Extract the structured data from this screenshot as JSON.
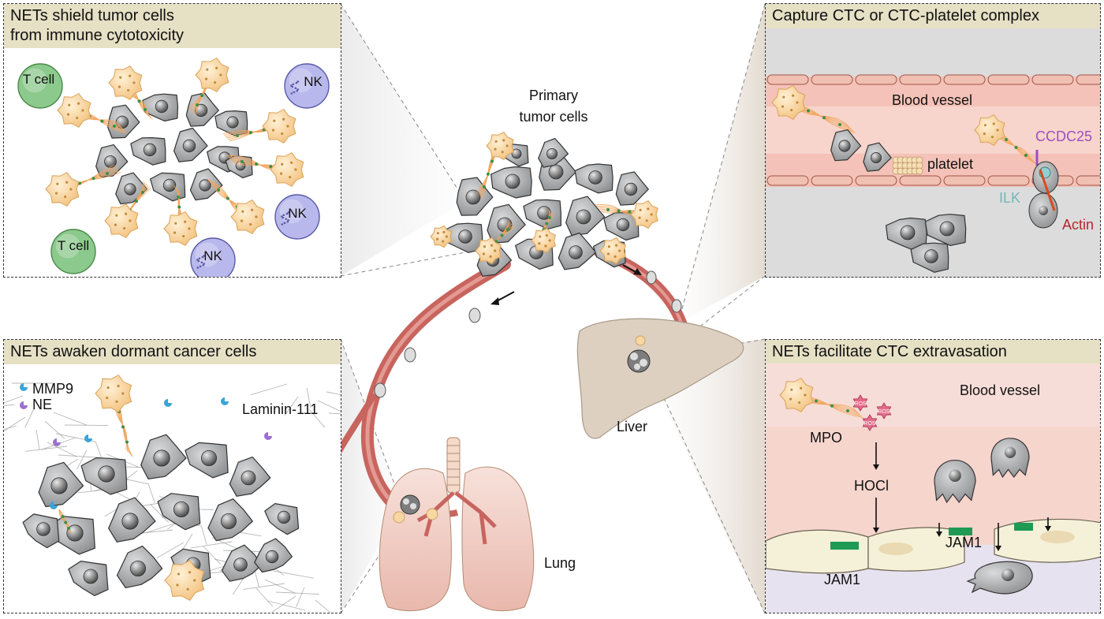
{
  "panels": {
    "top_left": {
      "title_line1": "NETs shield tumor cells",
      "title_line2": "from immune cytotoxicity",
      "tcell_1": "T cell",
      "tcell_2": "T cell",
      "nk_1": "NK",
      "nk_2": "NK",
      "nk_3": "NK"
    },
    "top_right": {
      "title": "Capture CTC or CTC-platelet complex",
      "blood_vessel": "Blood vessel",
      "platelet": "platelet",
      "ccdc25": "CCDC25",
      "ilk": "ILK",
      "actin": "Actin"
    },
    "bottom_left": {
      "title": "NETs awaken dormant cancer cells",
      "mmp9": "MMP9",
      "ne": "NE",
      "laminin": "Laminin-111"
    },
    "bottom_right": {
      "title": "NETs facilitate CTC extravasation",
      "blood_vessel": "Blood vessel",
      "mpo": "MPO",
      "hocl": "HOCl",
      "jam1_left": "JAM1",
      "jam1_right": "JAM1",
      "ros": "ROS"
    }
  },
  "center": {
    "primary_line1": "Primary",
    "primary_line2": "tumor cells",
    "liver": "Liver",
    "lung": "Lung"
  },
  "colors": {
    "panel_title_bg": "#e6e0c5",
    "tumor_cell": "#a9abad",
    "net_cell": "#f8d7a2",
    "t_cell": "#8cc98c",
    "nk_cell": "#b3b3e6",
    "vessel": "#c8645e",
    "ccdc25": "#9b4fc0",
    "ilk": "#6fb7b7",
    "actin": "#b3262b",
    "jam1": "#1e9a55"
  }
}
